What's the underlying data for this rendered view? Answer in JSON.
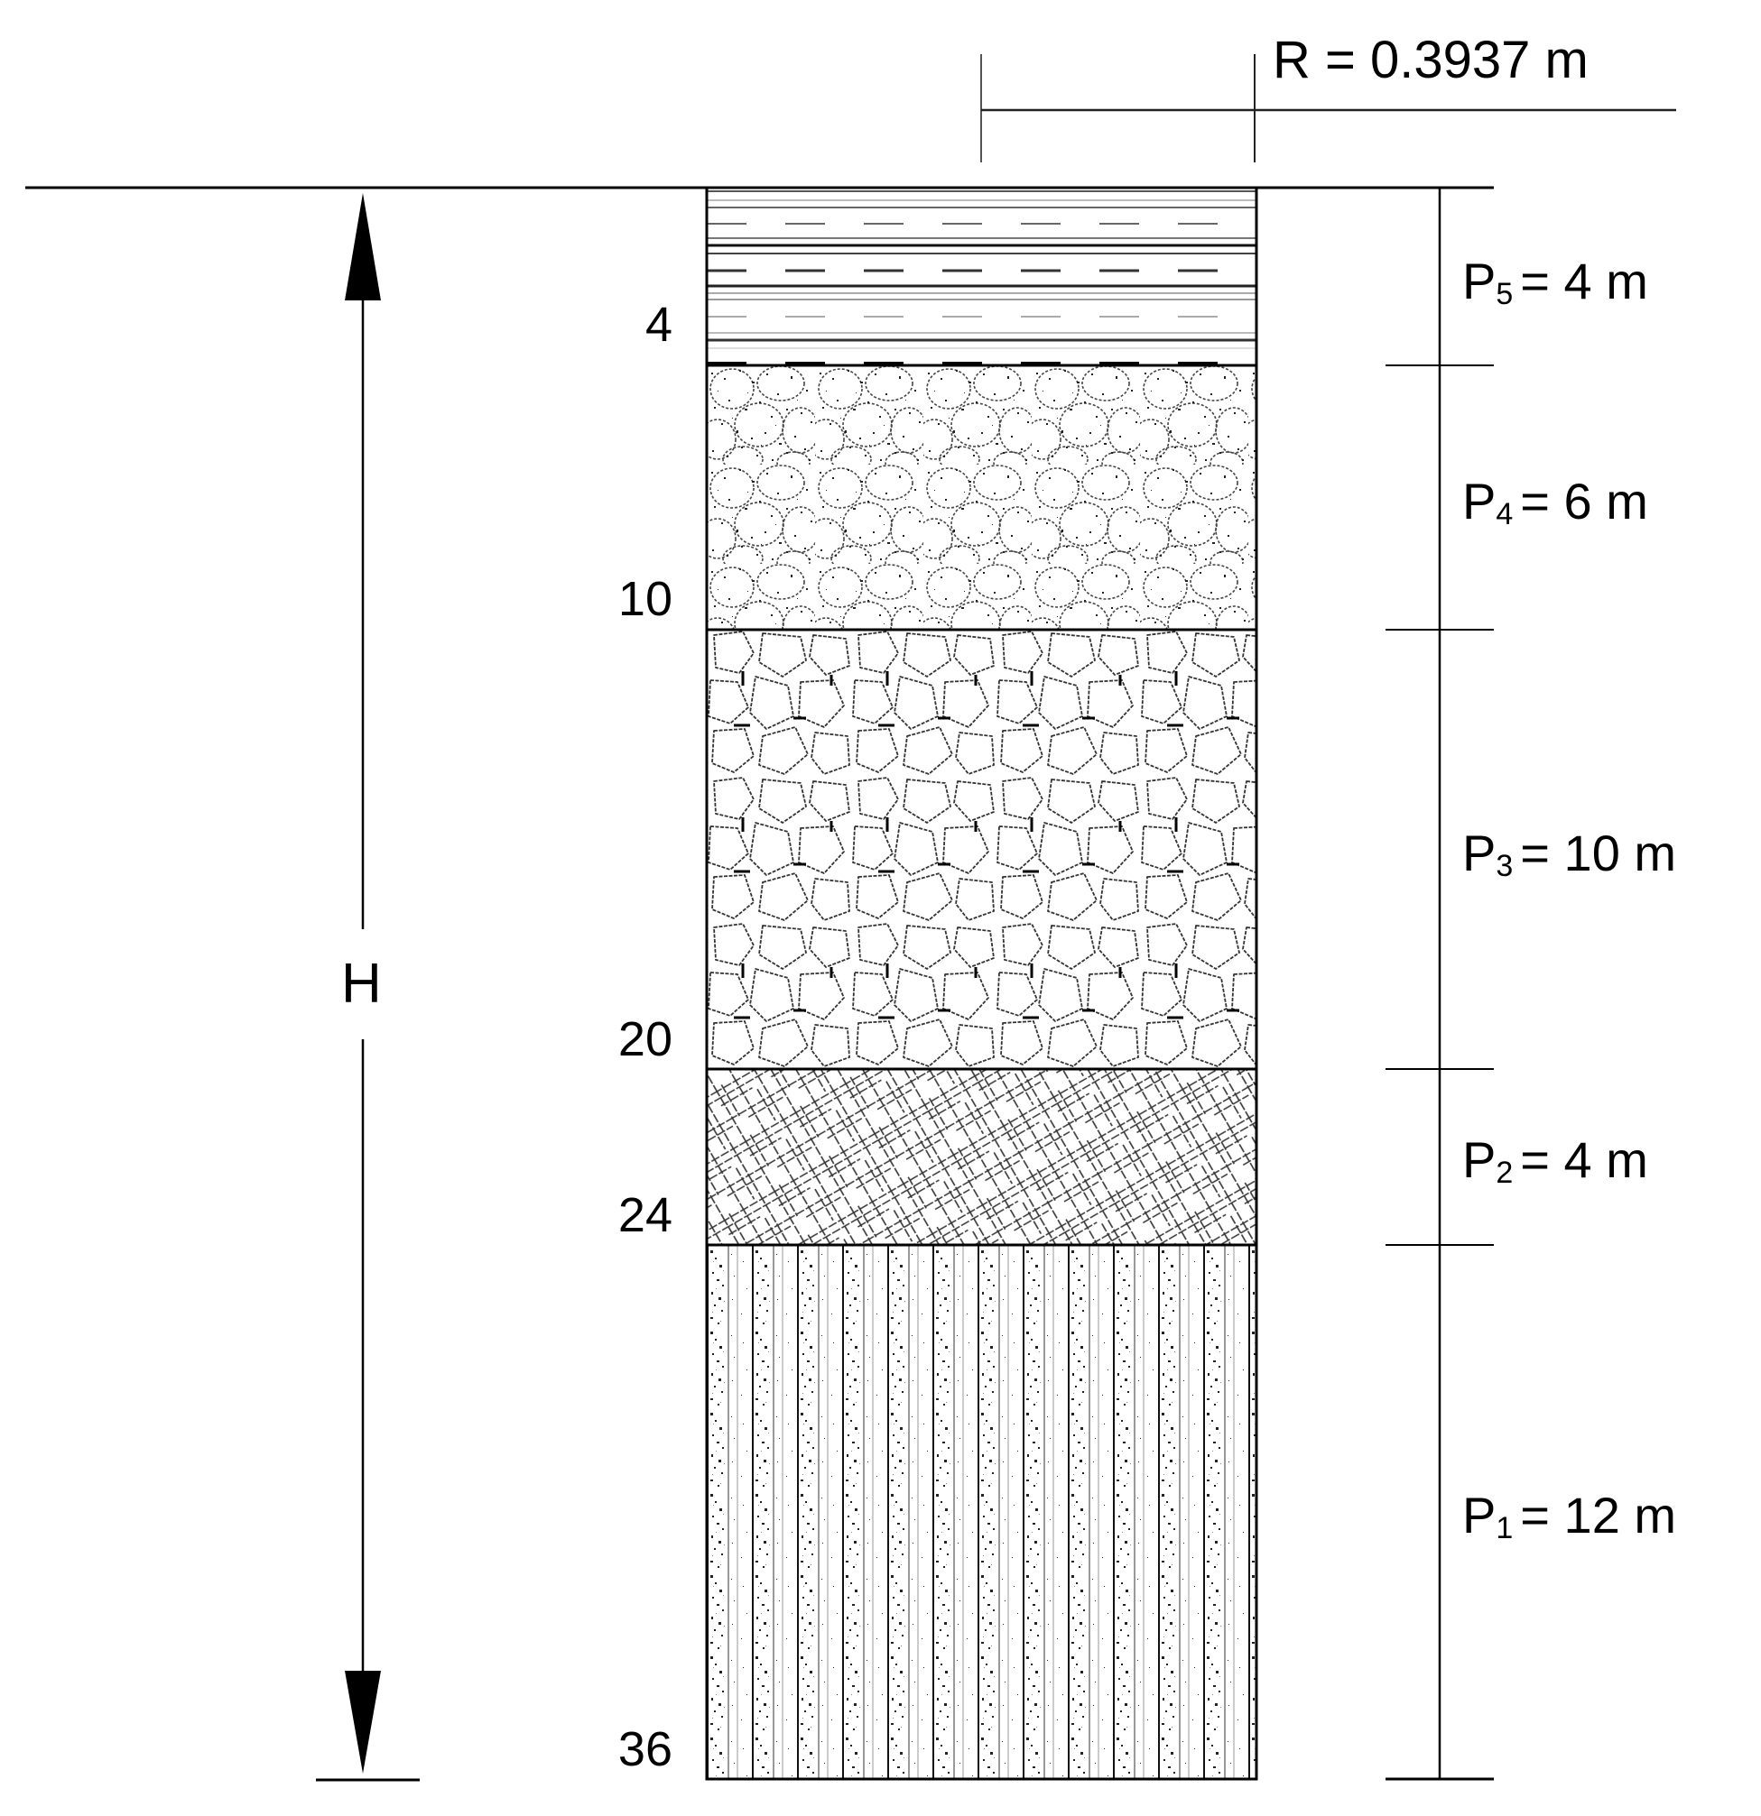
{
  "figure": {
    "radius_label": "R = 0.3937 m",
    "height_label": "H",
    "depth_ticks": [
      "4",
      "10",
      "20",
      "24",
      "36"
    ],
    "layers": [
      {
        "id": "P5",
        "symbol": "P",
        "index": "5",
        "equals": "=",
        "thickness": "4 m",
        "top_m": 0,
        "bottom_m": 4,
        "pattern": "horizontal-dashed-lines"
      },
      {
        "id": "P4",
        "symbol": "P",
        "index": "4",
        "equals": "=",
        "thickness": "6 m",
        "top_m": 4,
        "bottom_m": 10,
        "pattern": "stippled-cobbles"
      },
      {
        "id": "P3",
        "symbol": "P",
        "index": "3",
        "equals": "=",
        "thickness": "10 m",
        "top_m": 10,
        "bottom_m": 20,
        "pattern": "angular-blocks"
      },
      {
        "id": "P2",
        "symbol": "P",
        "index": "2",
        "equals": "=",
        "thickness": "4 m",
        "top_m": 20,
        "bottom_m": 24,
        "pattern": "diagonal-crosshatch"
      },
      {
        "id": "P1",
        "symbol": "P",
        "index": "1",
        "equals": "=",
        "thickness": "12 m",
        "top_m": 24,
        "bottom_m": 36,
        "pattern": "vertical-stippled-stripes"
      }
    ],
    "total_depth_m": 36,
    "radius_m": 0.3937,
    "colors": {
      "line": "#000000",
      "background": "#ffffff",
      "stipple": "#333333"
    }
  }
}
